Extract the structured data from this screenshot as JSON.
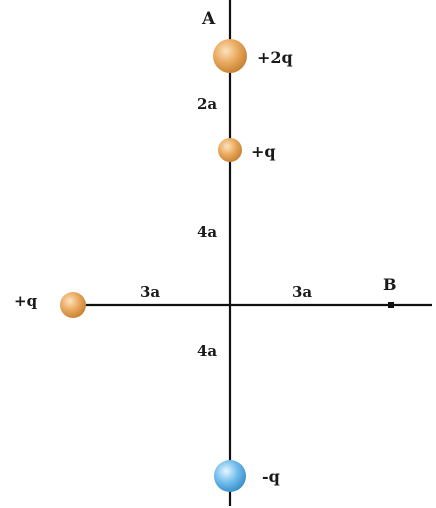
{
  "diagram": {
    "points": {
      "A": "A",
      "B": "B"
    },
    "distances": {
      "top_gap": "2a",
      "upper_vertical": "4a",
      "left_horizontal": "3a",
      "right_horizontal": "3a",
      "lower_vertical": "4a"
    },
    "charges": {
      "top": {
        "label": "+2q",
        "color": "#e5a55a"
      },
      "upper": {
        "label": "+q",
        "color": "#e5a55a"
      },
      "left": {
        "label": "+q",
        "color": "#e5a55a"
      },
      "bottom": {
        "label": "-q",
        "color": "#6fb8e8"
      }
    },
    "line_color": "#111111"
  }
}
